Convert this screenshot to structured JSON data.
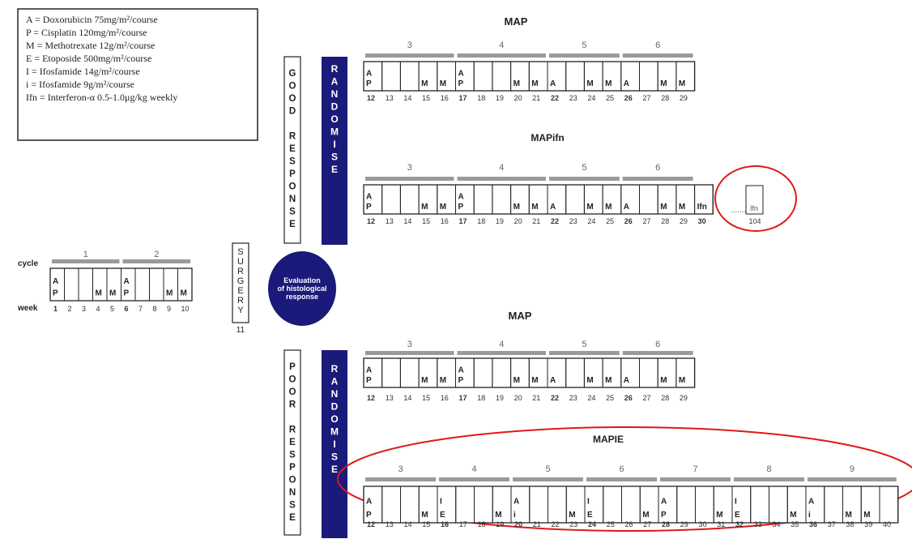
{
  "legend": [
    "A = Doxorubicin 75mg/m²/course",
    "P = Cisplatin 120mg/m²/course",
    "M = Methotrexate 12g/m²/course",
    "E = Etoposide 500mg/m²/course",
    "I = Ifosfamide 14g/m²/course",
    "i = Ifosfamide 9g/m²/course",
    "Ifn = Interferon-α 0.5-1.0μg/kg weekly"
  ],
  "labels": {
    "cycle": "cycle",
    "week": "week",
    "surgery": "SURGERY",
    "surgery_week": "11",
    "evaluation": "Evaluation of histological response",
    "good_response": "GOOD RESPONSE",
    "poor_response": "POOR RESPONSE",
    "randomise": "RANDOMISE",
    "ifn_dots": "........",
    "ifn_end_label": "Ifn",
    "ifn_end_week": "104"
  },
  "colors": {
    "navy": "#1a1a7a",
    "gray_bar": "#9a9a9a",
    "highlight": "#e01818"
  },
  "pre_surgery": {
    "cycles": [
      "1",
      "2"
    ],
    "weeks": [
      "1",
      "2",
      "3",
      "4",
      "5",
      "6",
      "7",
      "8",
      "9",
      "10"
    ],
    "cells": [
      [
        "A",
        "P"
      ],
      [],
      [],
      [
        "",
        "M"
      ],
      [
        "",
        "M"
      ],
      [
        "A",
        "P"
      ],
      [],
      [],
      [
        "",
        "M"
      ],
      [
        "",
        "M"
      ]
    ],
    "bold_weeks": [
      "1",
      "6"
    ]
  },
  "arms": [
    {
      "title": "MAP",
      "cycles": [
        "3",
        "4",
        "5",
        "6"
      ],
      "weeks": [
        "12",
        "13",
        "14",
        "15",
        "16",
        "17",
        "18",
        "19",
        "20",
        "21",
        "22",
        "23",
        "24",
        "25",
        "26",
        "27",
        "28",
        "29"
      ],
      "cells": [
        [
          "A",
          "P"
        ],
        [],
        [],
        [
          "",
          "M"
        ],
        [
          "",
          "M"
        ],
        [
          "A",
          "P"
        ],
        [],
        [],
        [
          "",
          "M"
        ],
        [
          "",
          "M"
        ],
        [
          "",
          "A"
        ],
        [],
        [
          "",
          "M"
        ],
        [
          "",
          "M"
        ],
        [
          "",
          "A"
        ],
        [],
        [
          "",
          "M"
        ],
        [
          "",
          "M"
        ]
      ],
      "bold_weeks": [
        "12",
        "17",
        "22",
        "26"
      ]
    },
    {
      "title": "MAPifn",
      "cycles": [
        "3",
        "4",
        "5",
        "6"
      ],
      "weeks": [
        "12",
        "13",
        "14",
        "15",
        "16",
        "17",
        "18",
        "19",
        "20",
        "21",
        "22",
        "23",
        "24",
        "25",
        "26",
        "27",
        "28",
        "29",
        "30"
      ],
      "cells": [
        [
          "A",
          "P"
        ],
        [],
        [],
        [
          "",
          "M"
        ],
        [
          "",
          "M"
        ],
        [
          "A",
          "P"
        ],
        [],
        [],
        [
          "",
          "M"
        ],
        [
          "",
          "M"
        ],
        [
          "",
          "A"
        ],
        [],
        [
          "",
          "M"
        ],
        [
          "",
          "M"
        ],
        [
          "",
          "A"
        ],
        [],
        [
          "",
          "M"
        ],
        [
          "",
          "M"
        ],
        [
          "",
          "Ifn"
        ]
      ],
      "bold_weeks": [
        "12",
        "17",
        "22",
        "26",
        "30"
      ]
    },
    {
      "title": "MAP",
      "cycles": [
        "3",
        "4",
        "5",
        "6"
      ],
      "weeks": [
        "12",
        "13",
        "14",
        "15",
        "16",
        "17",
        "18",
        "19",
        "20",
        "21",
        "22",
        "23",
        "24",
        "25",
        "26",
        "27",
        "28",
        "29"
      ],
      "cells": [
        [
          "A",
          "P"
        ],
        [],
        [],
        [
          "",
          "M"
        ],
        [
          "",
          "M"
        ],
        [
          "A",
          "P"
        ],
        [],
        [],
        [
          "",
          "M"
        ],
        [
          "",
          "M"
        ],
        [
          "",
          "A"
        ],
        [],
        [
          "",
          "M"
        ],
        [
          "",
          "M"
        ],
        [
          "",
          "A"
        ],
        [],
        [
          "",
          "M"
        ],
        [
          "",
          "M"
        ]
      ],
      "bold_weeks": [
        "12",
        "17",
        "22",
        "26"
      ]
    },
    {
      "title": "MAPIE",
      "cycles": [
        "3",
        "4",
        "5",
        "6",
        "7",
        "8",
        "9"
      ],
      "weeks": [
        "12",
        "13",
        "14",
        "15",
        "16",
        "17",
        "18",
        "19",
        "20",
        "21",
        "22",
        "23",
        "24",
        "25",
        "26",
        "27",
        "28",
        "29",
        "30",
        "31",
        "32",
        "33",
        "34",
        "35",
        "36",
        "37",
        "38",
        "39",
        "40"
      ],
      "cells": [
        [
          "A",
          "P"
        ],
        [],
        [],
        [
          "",
          "M"
        ],
        [
          "I",
          "E"
        ],
        [],
        [],
        [
          "",
          "M"
        ],
        [
          "A",
          "i"
        ],
        [],
        [],
        [
          "",
          "M"
        ],
        [
          "I",
          "E"
        ],
        [],
        [],
        [
          "",
          "M"
        ],
        [
          "A",
          "P"
        ],
        [],
        [],
        [
          "",
          "M"
        ],
        [
          "I",
          "E"
        ],
        [],
        [],
        [
          "",
          "M"
        ],
        [
          "A",
          "i"
        ],
        [],
        [
          "",
          "M"
        ],
        [
          "",
          "M"
        ],
        []
      ],
      "bold_weeks": [
        "12",
        "16",
        "20",
        "24",
        "28",
        "32",
        "36"
      ]
    }
  ]
}
